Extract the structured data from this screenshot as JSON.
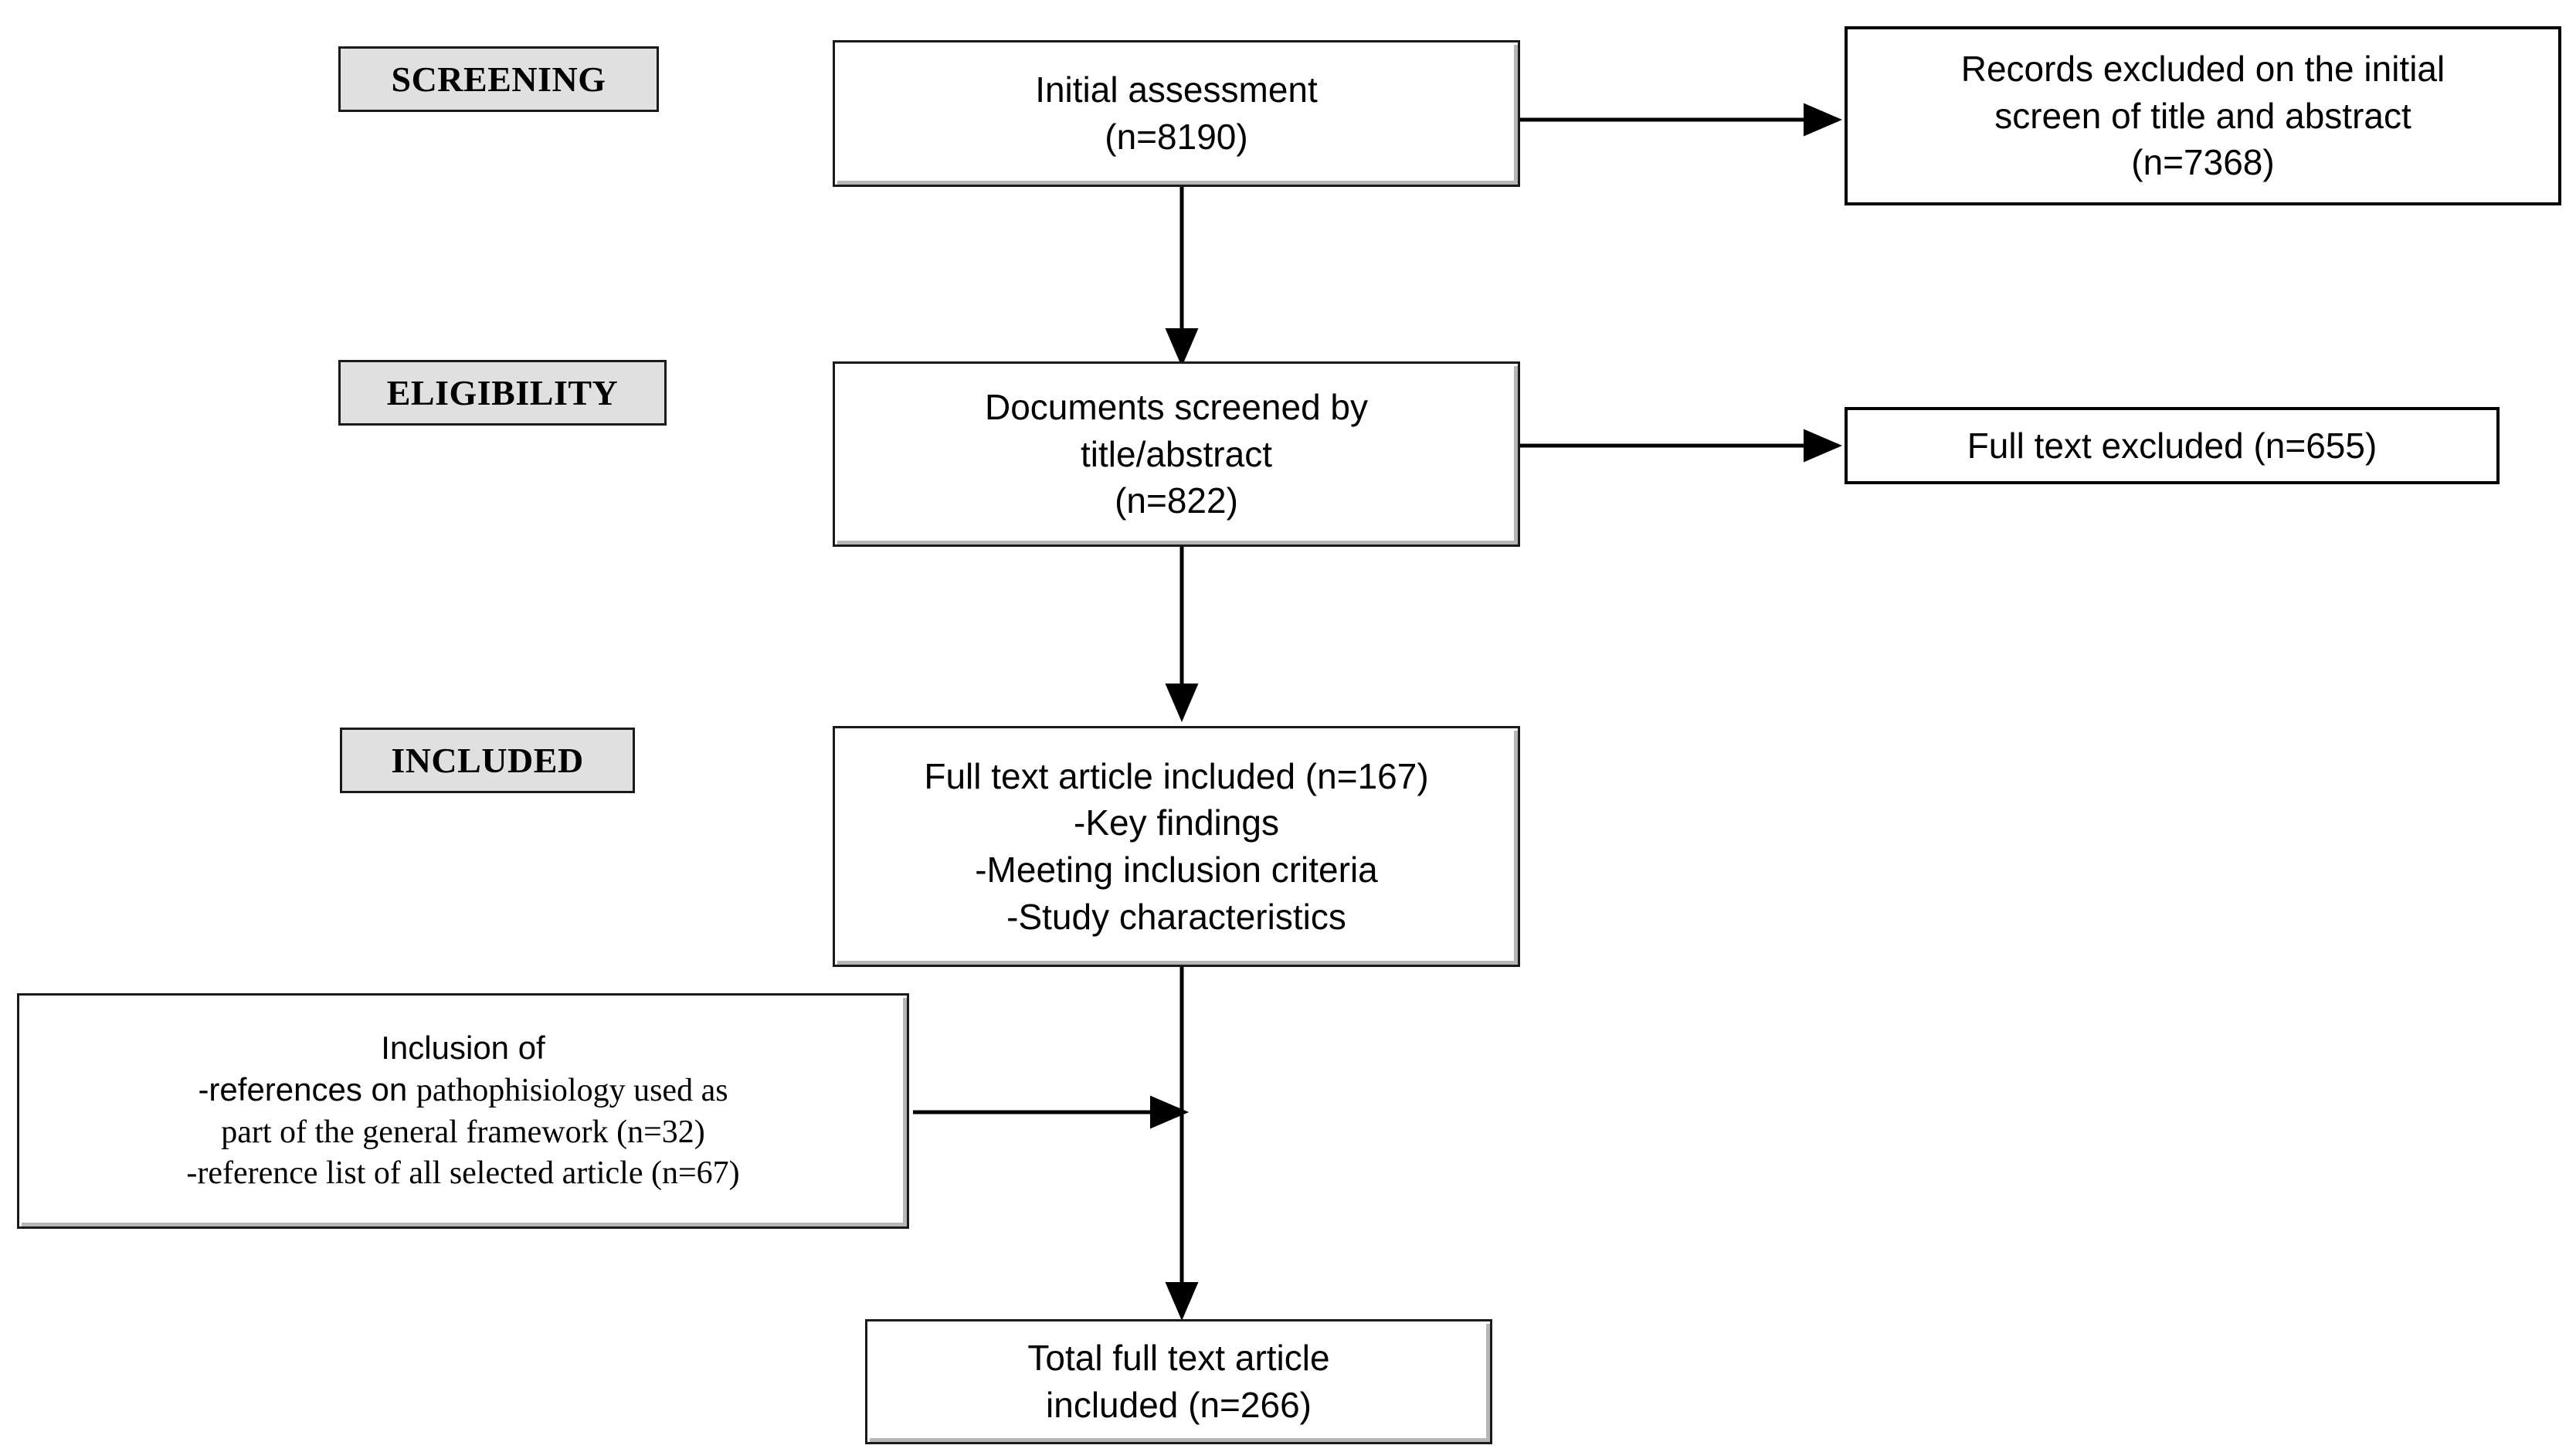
{
  "diagram": {
    "title": "PRISMA study selection flow diagram",
    "colors": {
      "stage_label_fill": "#e0e0e0",
      "box_fill": "#ffffff",
      "border": "#1a1a1a",
      "connector": "#000000",
      "text": "#000000"
    }
  },
  "stages": [
    {
      "id": "screening",
      "label": "SCREENING"
    },
    {
      "id": "eligibility",
      "label": "ELIGIBILITY"
    },
    {
      "id": "included",
      "label": "INCLUDED"
    }
  ],
  "boxes": {
    "initial_assessment": {
      "line1": "Initial assessment",
      "line2": "(n=8190)"
    },
    "records_excluded": {
      "line1": "Records excluded on the initial",
      "line2": "screen of title and abstract",
      "line3": "(n=7368)"
    },
    "documents_screened": {
      "line1": "Documents screened by",
      "line2": "title/abstract",
      "line3": "(n=822)"
    },
    "full_text_excluded": {
      "line1": "Full text excluded (n=655)"
    },
    "full_text_included": {
      "line1": "Full text article included (n=167)",
      "line2": "-Key findings",
      "line3": "-Meeting inclusion criteria",
      "line4": "-Study characteristics"
    },
    "inclusion_of": {
      "line1": "Inclusion of",
      "line2_a": "-references on ",
      "line2_b": "pathophisiology used as",
      "line3": "part of the general framework (n=32)",
      "line4": "-reference list of all selected article (n=67)"
    },
    "total_included": {
      "line1": "Total full text article",
      "line2": "included (n=266)"
    }
  },
  "connectors": [
    {
      "id": "initial-to-excluded",
      "from": "initial_assessment",
      "to": "records_excluded",
      "direction": "right"
    },
    {
      "id": "initial-to-screened",
      "from": "initial_assessment",
      "to": "documents_screened",
      "direction": "down"
    },
    {
      "id": "screened-to-fulltext-excl",
      "from": "documents_screened",
      "to": "full_text_excluded",
      "direction": "right"
    },
    {
      "id": "screened-to-included",
      "from": "documents_screened",
      "to": "full_text_included",
      "direction": "down"
    },
    {
      "id": "inclusion-to-spine",
      "from": "inclusion_of",
      "to": "total_included",
      "direction": "right"
    },
    {
      "id": "included-to-total",
      "from": "full_text_included",
      "to": "total_included",
      "direction": "down"
    }
  ]
}
